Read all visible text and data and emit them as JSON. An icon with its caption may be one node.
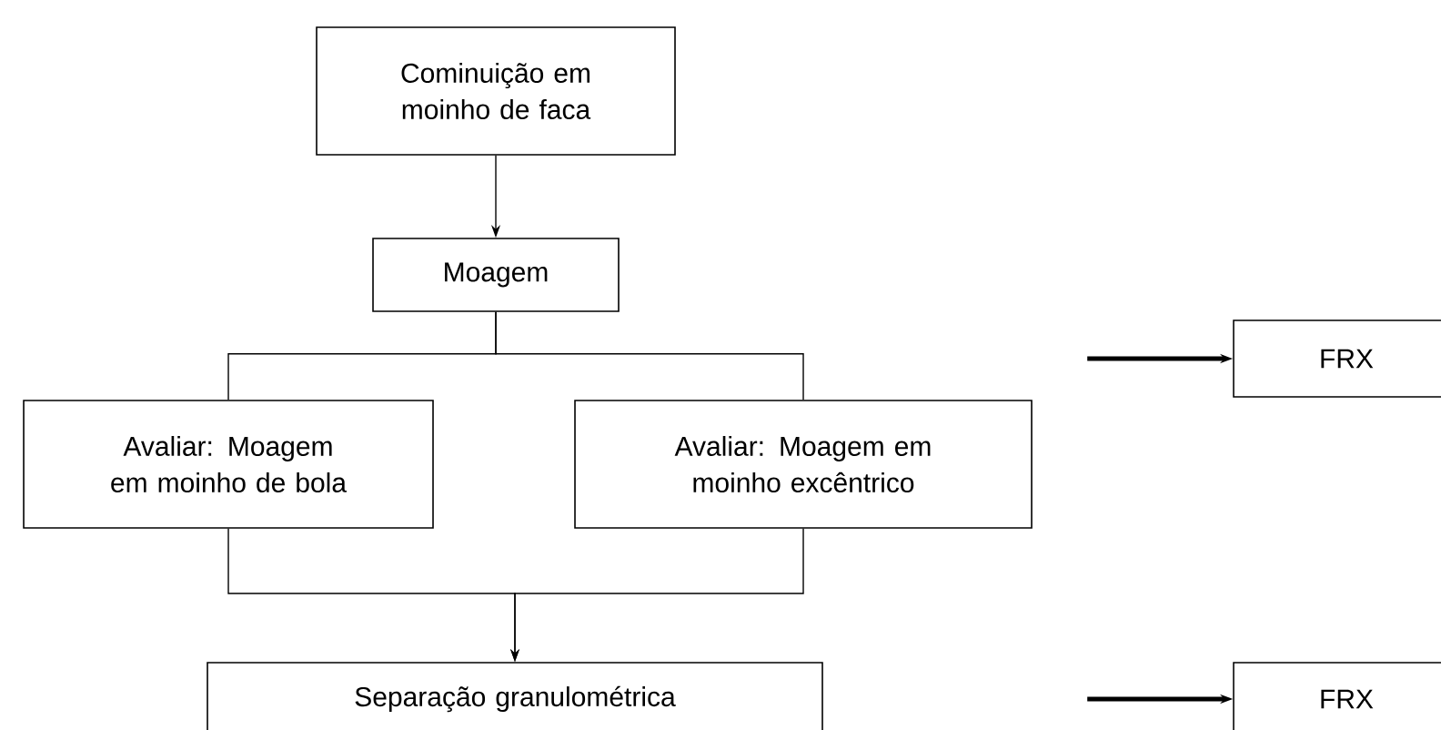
{
  "diagram": {
    "nodes": [
      {
        "text": [
          "Cominuição em moinho de faca"
        ]
      },
      {
        "text": [
          "Moagem"
        ]
      },
      {
        "text": [
          "Avaliar: Moagem em moinho de bola"
        ]
      },
      {
        "text": [
          "Avaliar: Moagem em moinho excêntrico"
        ]
      },
      {
        "text": [
          "Separação granulométrica"
        ]
      },
      {
        "text": [
          "FRX"
        ]
      },
      {
        "text": [
          "FRX"
        ]
      }
    ],
    "edges": [
      {
        "from": 0,
        "to": 1,
        "arrow": "to"
      },
      {
        "from": 1,
        "to": 2,
        "arrow": "none"
      },
      {
        "from": 1,
        "to": 3,
        "arrow": "none"
      },
      {
        "from": 2,
        "to": 4,
        "arrow": "to"
      },
      {
        "from": 3,
        "to": 4,
        "arrow": "to"
      },
      {
        "from": null,
        "to": 5,
        "arrow": "to",
        "style": "thick"
      },
      {
        "from": null,
        "to": 6,
        "arrow": "to",
        "style": "thick"
      }
    ]
  }
}
